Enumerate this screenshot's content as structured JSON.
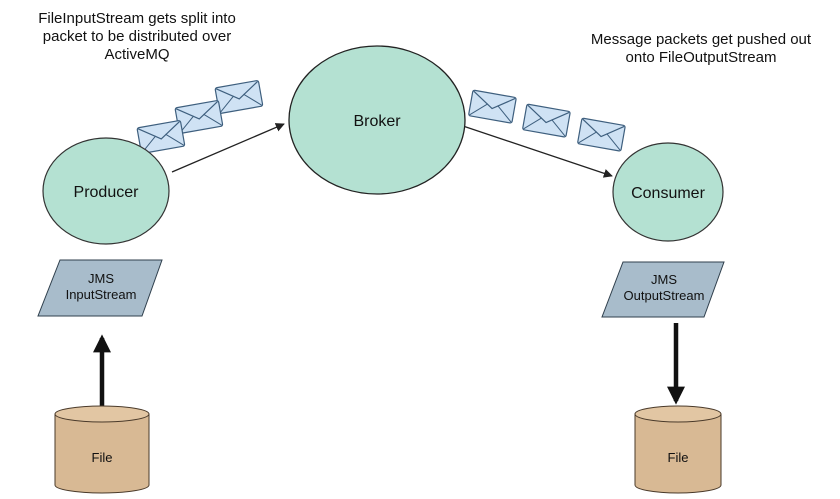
{
  "captions": {
    "left": {
      "lines": [
        "FileInputStream gets split into",
        "packet to be distributed over",
        "ActiveMQ"
      ]
    },
    "right": {
      "lines": [
        "Message packets get pushed out",
        "onto FileOutputStream"
      ]
    }
  },
  "nodes": {
    "producer": "Producer",
    "broker": "Broker",
    "consumer": "Consumer"
  },
  "streams": {
    "input": [
      "JMS",
      "InputStream"
    ],
    "output": [
      "JMS",
      "OutputStream"
    ]
  },
  "files": {
    "left": "File",
    "right": "File"
  },
  "colors": {
    "node_fill": "#b4e1d2",
    "stream_fill": "#a8bccb",
    "file_fill": "#d8b994",
    "envelope_fill": "#cfe2f4",
    "stroke": "#222222"
  }
}
